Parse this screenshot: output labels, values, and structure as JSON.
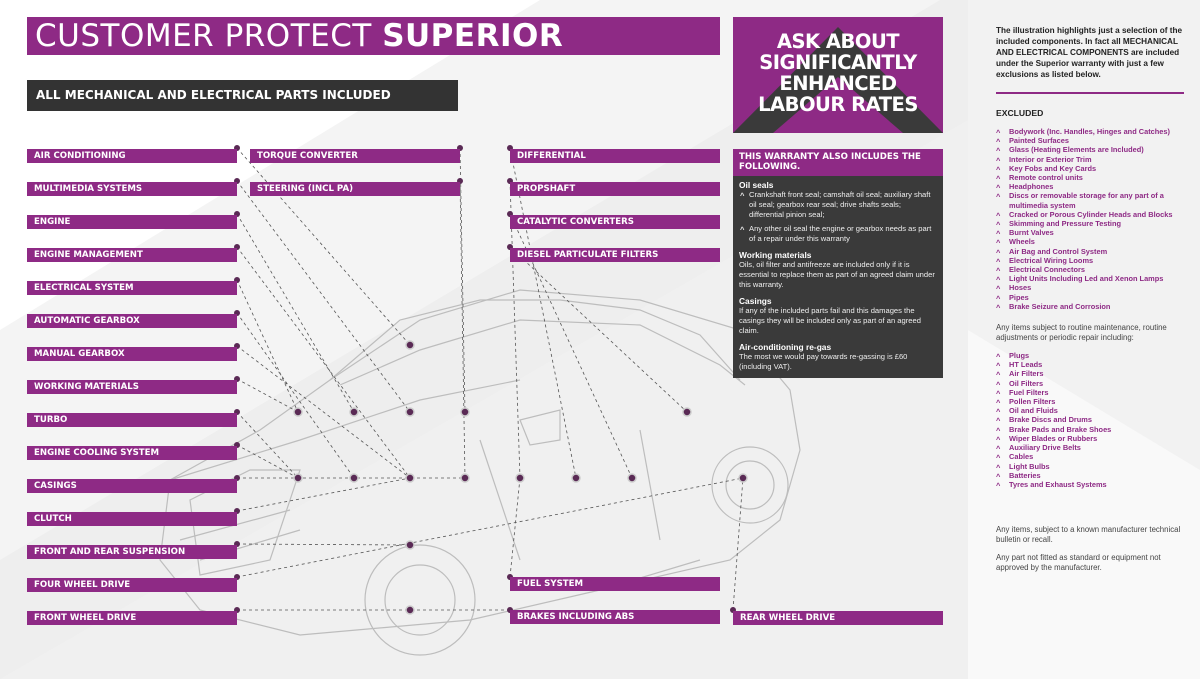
{
  "title": {
    "light": "CUSTOMER PROTECT",
    "bold": "SUPERIOR"
  },
  "subtitle": "ALL MECHANICAL AND ELECTRICAL PARTS INCLUDED",
  "ask_box": "ASK ABOUT SIGNIFICANTLY ENHANCED LABOUR RATES",
  "labels_left": [
    "AIR CONDITIONING",
    "MULTIMEDIA SYSTEMS",
    "ENGINE",
    "ENGINE MANAGEMENT",
    "ELECTRICAL SYSTEM",
    "AUTOMATIC GEARBOX",
    "MANUAL GEARBOX",
    "WORKING MATERIALS",
    "TURBO",
    "ENGINE COOLING SYSTEM",
    "CASINGS",
    "CLUTCH",
    "FRONT AND REAR SUSPENSION",
    "FOUR WHEEL DRIVE",
    "FRONT WHEEL DRIVE"
  ],
  "labels_middle": [
    "TORQUE CONVERTER",
    "STEERING (INCL PA)"
  ],
  "labels_right_top": [
    "DIFFERENTIAL",
    "PROPSHAFT",
    "CATALYTIC CONVERTERS",
    "DIESEL PARTICULATE FILTERS"
  ],
  "labels_right_bottom": [
    "FUEL SYSTEM",
    "BRAKES INCLUDING ABS"
  ],
  "label_rear": "REAR WHEEL DRIVE",
  "warranty": {
    "header": "THIS WARRANTY ALSO INCLUDES THE FOLLOWING.",
    "oil_seals_title": "Oil seals",
    "oil_seals": [
      "Crankshaft front seal; camshaft oil seal; auxiliary shaft oil seal; gearbox rear seal; drive shafts seals; differential pinion seal;",
      "Any other oil seal the engine or gearbox needs as part of a repair under this warranty"
    ],
    "working_title": "Working materials",
    "working_text": "Oils, oil filter and antifreeze are included only if it is essential to replace them as part of an agreed claim under this warranty.",
    "casings_title": "Casings",
    "casings_text": "If any of the included parts fail and this damages the casings they will be included only as part of an agreed claim.",
    "aircon_title": "Air-conditioning re-gas",
    "aircon_text": "The most we would pay towards re-gassing is £60 (including VAT)."
  },
  "right": {
    "intro": "The illustration highlights just a selection of the included components. In fact all MECHANICAL AND ELECTRICAL COMPONENTS are included under the Superior warranty with just a few exclusions as listed below.",
    "excluded_title": "EXCLUDED",
    "excluded": [
      "Bodywork (Inc. Handles, Hinges and Catches)",
      "Painted Surfaces",
      "Glass (Heating Elements are Included)",
      "Interior or Exterior Trim",
      "Key Fobs and Key Cards",
      "Remote control units",
      "Headphones",
      "Discs or removable storage for any part of a multimedia system",
      "Cracked or Porous Cylinder Heads and Blocks",
      "Skimming and Pressure Testing",
      "Burnt Valves",
      "Wheels",
      "Air Bag and Control System",
      "Electrical Wiring Looms",
      "Electrical Connectors",
      "Light Units Including Led and Xenon Lamps",
      "Hoses",
      "Pipes",
      "Brake Seizure and Corrosion"
    ],
    "maintenance_intro": "Any items subject to routine maintenance, routine adjustments or periodic repair including:",
    "maintenance": [
      "Plugs",
      "HT Leads",
      "Air Filters",
      "Oil Filters",
      "Fuel Filters",
      "Pollen Filters",
      "Oil and Fluids",
      "Brake Discs and Drums",
      "Brake Pads and Brake Shoes",
      "Wiper Blades or Rubbers",
      "Auxiliary Drive Belts",
      "Cables",
      "Light Bulbs",
      "Batteries",
      "Tyres and Exhaust Systems"
    ],
    "note1": "Any items, subject to a known manufacturer technical bulletin or recall.",
    "note2": "Any part not fitted as standard or equipment not approved by the manufacturer."
  },
  "colors": {
    "purple": "#8e2a85",
    "dark": "#333333",
    "band": "#efefef"
  }
}
